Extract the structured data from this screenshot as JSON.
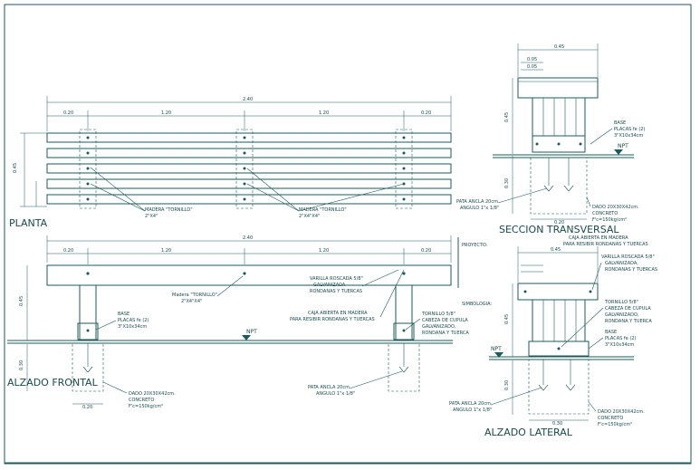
{
  "colors": {
    "ink": "#1f5a5a",
    "paper": "#ffffff"
  },
  "titles": {
    "planta": "PLANTA",
    "seccion": "SECCION  TRANSVERSAL",
    "alzado_frontal": "ALZADO  FRONTAL",
    "alzado_lateral": "ALZADO  LATERAL"
  },
  "planta": {
    "dim_total": "2.40",
    "dim_left": "1.20",
    "dim_right": "1.20",
    "dim_edge_left": "0.20",
    "dim_edge_right": "0.20",
    "dim_height": "0.45",
    "label_a1": "MADERA \"TORNILLO\"",
    "label_a2": "2\"X4\"",
    "label_b1": "MADERA \"TORNILLO\"",
    "label_b2": "2\"X4\"X4\""
  },
  "seccion": {
    "dim_top": "0.45",
    "dim_small1": "0.05",
    "dim_small2": "0.05",
    "dim_height": "0.45",
    "dim_base": "0.30",
    "dim_bottom": "0.20",
    "base1": "BASE",
    "base2": "PLACAS fe (2)",
    "base3": "3\"X10x34cm",
    "npt": "NPT",
    "pata1": "PATA ANCLA 20cm",
    "pata2": "ANGULO 1\"x 1/8\"",
    "dado1": "DADO 20X30X42cm.",
    "dado2": "CONCRETO",
    "dado3": "F'c=150kg/cm²"
  },
  "frontal": {
    "dim_total": "2.40",
    "dim_left": "1.20",
    "dim_right": "1.20",
    "dim_edge_left": "0.20",
    "dim_edge_right": "0.20",
    "dim_height": "0.45",
    "dim_base": "0.30",
    "dim_dado": "0.20",
    "proyecto": "PROYECTO:",
    "simbologia": "SIMBOLOGIA:",
    "madera1": "Madera \"TORNILLO\"",
    "madera2": "2\"X4\"X4\"",
    "varilla1": "VARILLA ROSCADA 5/8\"",
    "varilla2": "GALVANIZADA",
    "varilla3": "RONDANAS Y TUERCAS",
    "caja1": "CAJA ABIERTA EN MADERA",
    "caja2": "PARA RESIBIR RONDANAS Y TUERCAS",
    "base1": "BASE",
    "base2": "PLACAS fe (2)",
    "base3": "3\"X10x34cm",
    "tornillo1": "TORNILLO 5/8\"",
    "tornillo2": "CABEZA DE CUPULA",
    "tornillo3": "GALVANIZADO,",
    "tornillo4": "RONDANA Y TUERCA",
    "npt": "NPT",
    "pata1": "PATA ANCLA 20cm",
    "pata2": "ANGULO 1\"x 1/8\"",
    "dado1": "DADO 20X30X42cm.",
    "dado2": "CONCRETO",
    "dado3": "F'c=150kg/cm²"
  },
  "lateral": {
    "dim_top": "0.45",
    "dim_height": "0.45",
    "dim_base": "0.30",
    "dim_bottom": "0.30",
    "caja1": "CAJA ABIERTA EN MADERA",
    "caja2": "PARA RESIBIR RONDANAS Y TUERCAS",
    "varilla1": "VARILLA ROSCADA 5/8\"",
    "varilla2": "GALVANIZADA,",
    "varilla3": "RONDANAS Y TUERCAS",
    "tornillo1": "TORNILLO 5/8\"",
    "tornillo2": "CABEZA DE CUPULA",
    "tornillo3": "GALVANIZADO,",
    "tornillo4": "RONDANA Y TUERCA",
    "base1": "BASE",
    "base2": "PLACAS fe (2)",
    "base3": "3\"X10x34cm",
    "npt": "NPT",
    "pata1": "PATA ANCLA 20cm",
    "pata2": "ANGULO 1\"x 1/8\"",
    "dado1": "DADO 20X30X42cm.",
    "dado2": "CONCRETO",
    "dado3": "F'c=150kg/cm²"
  }
}
